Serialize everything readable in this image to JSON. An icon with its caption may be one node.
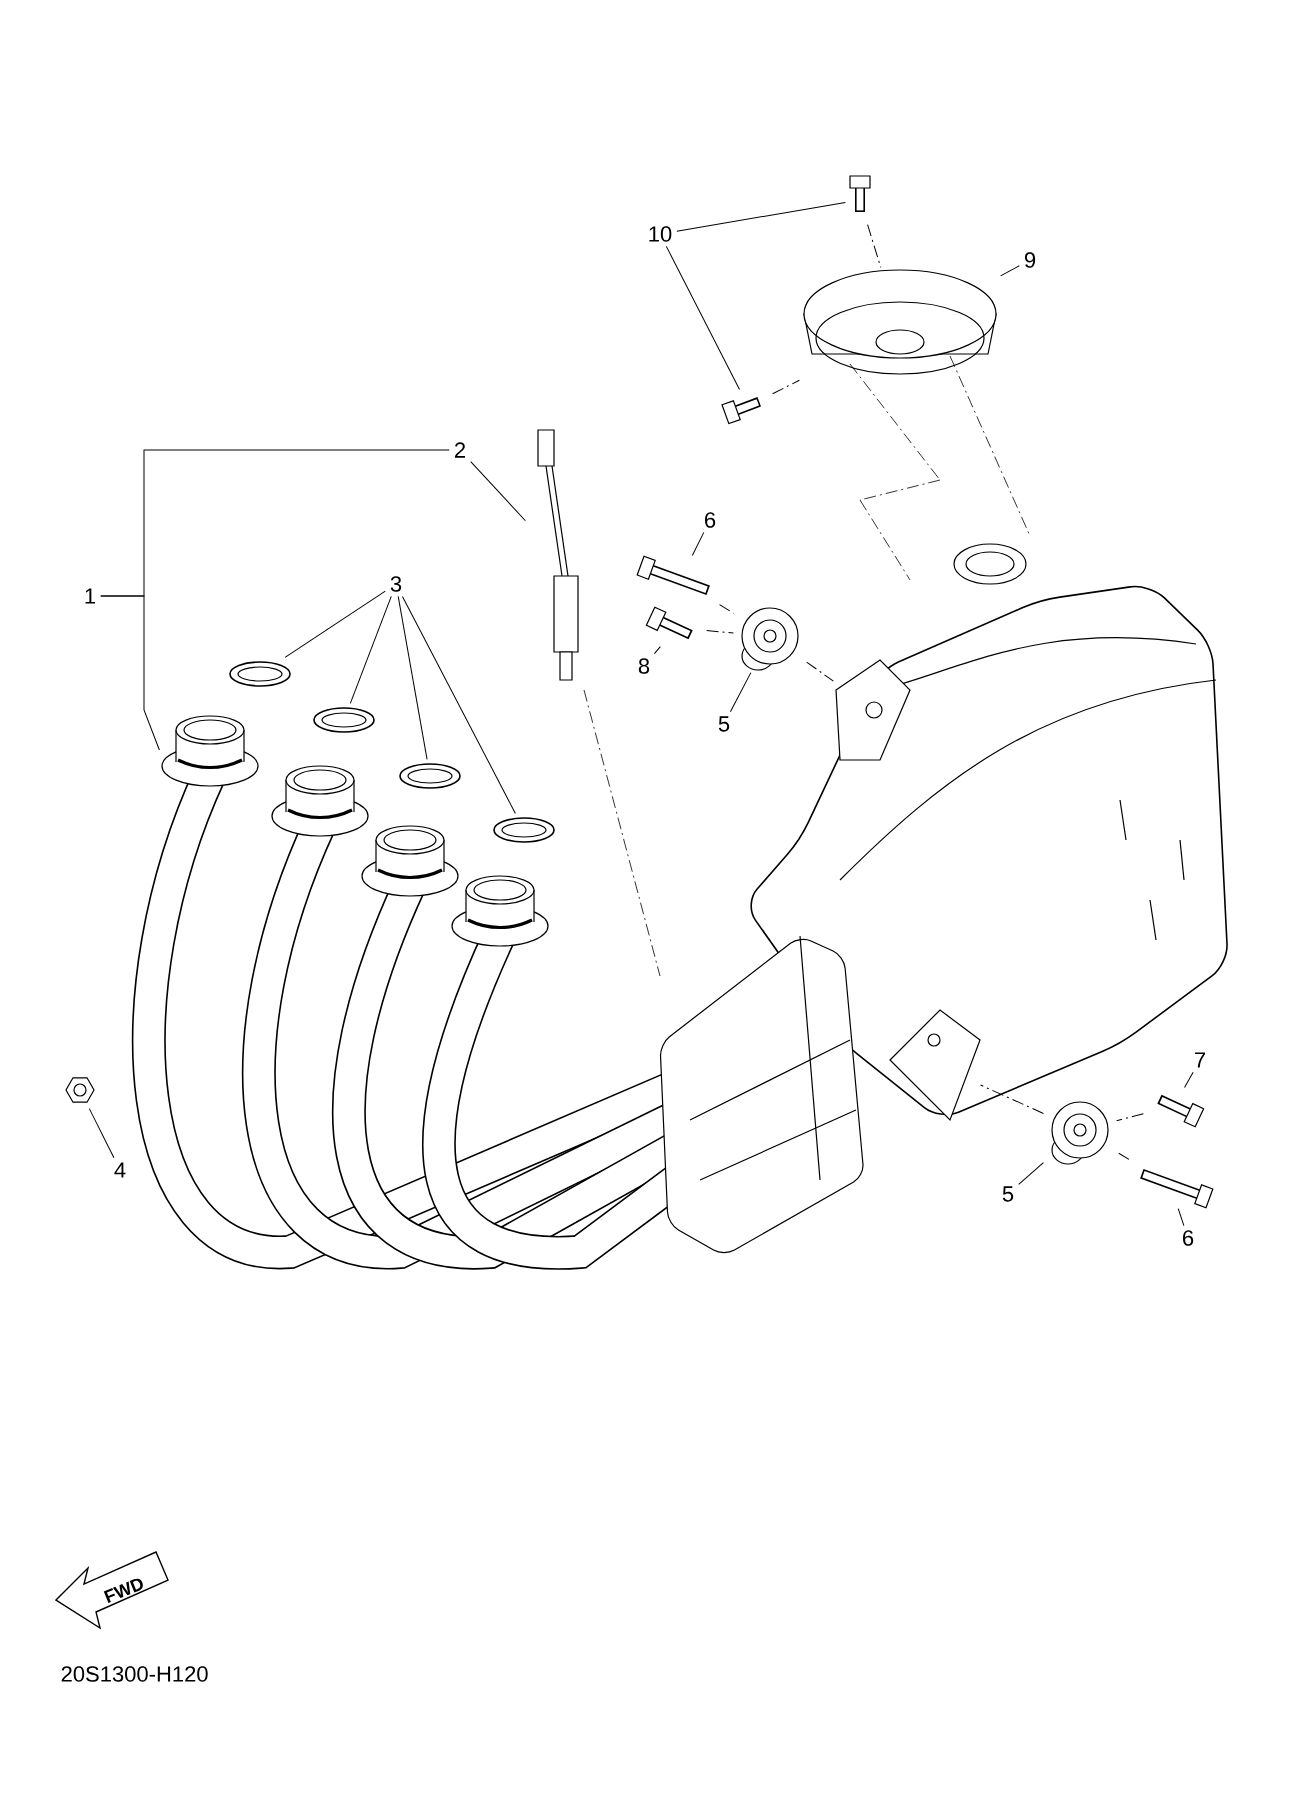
{
  "diagram": {
    "nodes": [
      {
        "text": [
          "1"
        ]
      },
      {
        "text": [],
        "shape": "picture"
      },
      {
        "text": [
          "2"
        ]
      },
      {
        "text": [],
        "shape": "picture"
      },
      {
        "text": [
          "3"
        ]
      },
      {
        "text": [],
        "shape": "picture"
      },
      {
        "text": [],
        "shape": "picture"
      },
      {
        "text": [],
        "shape": "picture"
      },
      {
        "text": [],
        "shape": "picture"
      },
      {
        "text": [
          "4"
        ]
      },
      {
        "text": [],
        "shape": "picture"
      },
      {
        "text": [
          "5"
        ]
      },
      {
        "text": [],
        "shape": "picture"
      },
      {
        "text": [
          "6"
        ]
      },
      {
        "text": [],
        "shape": "picture"
      },
      {
        "text": [
          "8"
        ]
      },
      {
        "text": [],
        "shape": "picture"
      },
      {
        "text": [
          "9"
        ]
      },
      {
        "text": [],
        "shape": "picture"
      },
      {
        "text": [
          "10"
        ]
      },
      {
        "text": [],
        "shape": "picture"
      },
      {
        "text": [],
        "shape": "picture"
      },
      {
        "text": [
          "5"
        ]
      },
      {
        "text": [],
        "shape": "picture"
      },
      {
        "text": [
          "6"
        ]
      },
      {
        "text": [],
        "shape": "picture"
      },
      {
        "text": [
          "7"
        ]
      },
      {
        "text": [],
        "shape": "picture"
      },
      {
        "text": [],
        "shape": "picture"
      },
      {
        "text": [],
        "shape": "picture"
      }
    ],
    "edges": [
      {
        "from": 0,
        "to": 1,
        "arrow": "none"
      },
      {
        "from": 2,
        "to": 3,
        "arrow": "none"
      },
      {
        "from": 4,
        "to": 5,
        "arrow": "none"
      },
      {
        "from": 4,
        "to": 6,
        "arrow": "none"
      },
      {
        "from": 4,
        "to": 7,
        "arrow": "none"
      },
      {
        "from": 4,
        "to": 8,
        "arrow": "none"
      },
      {
        "from": 9,
        "to": 10,
        "arrow": "none"
      },
      {
        "from": 11,
        "to": 12,
        "arrow": "none"
      },
      {
        "from": 13,
        "to": 14,
        "arrow": "none"
      },
      {
        "from": 15,
        "to": 16,
        "arrow": "none"
      },
      {
        "from": 17,
        "to": 18,
        "arrow": "none"
      },
      {
        "from": 19,
        "to": 20,
        "arrow": "none"
      },
      {
        "from": 19,
        "to": 21,
        "arrow": "none"
      },
      {
        "from": 22,
        "to": 23,
        "arrow": "none"
      },
      {
        "from": 24,
        "to": 25,
        "arrow": "none"
      },
      {
        "from": 26,
        "to": 27,
        "arrow": "none"
      },
      {
        "from": 0,
        "to": 2,
        "arrow": "none"
      },
      {
        "from": 20,
        "to": 18,
        "arrow": "none",
        "style": "dashed"
      },
      {
        "from": 21,
        "to": 18,
        "arrow": "none",
        "style": "dashed"
      },
      {
        "from": 14,
        "to": 12,
        "arrow": "none",
        "style": "dashed"
      },
      {
        "from": 16,
        "to": 12,
        "arrow": "none",
        "style": "dashed"
      },
      {
        "from": 25,
        "to": 23,
        "arrow": "none",
        "style": "dashed"
      },
      {
        "from": 27,
        "to": 23,
        "arrow": "none",
        "style": "dashed"
      },
      {
        "from": 12,
        "to": 28,
        "arrow": "none",
        "style": "dashed"
      },
      {
        "from": 23,
        "to": 29,
        "arrow": "none",
        "style": "dashed"
      }
    ],
    "labels": [
      "FWD",
      "20S1300-H120"
    ]
  }
}
